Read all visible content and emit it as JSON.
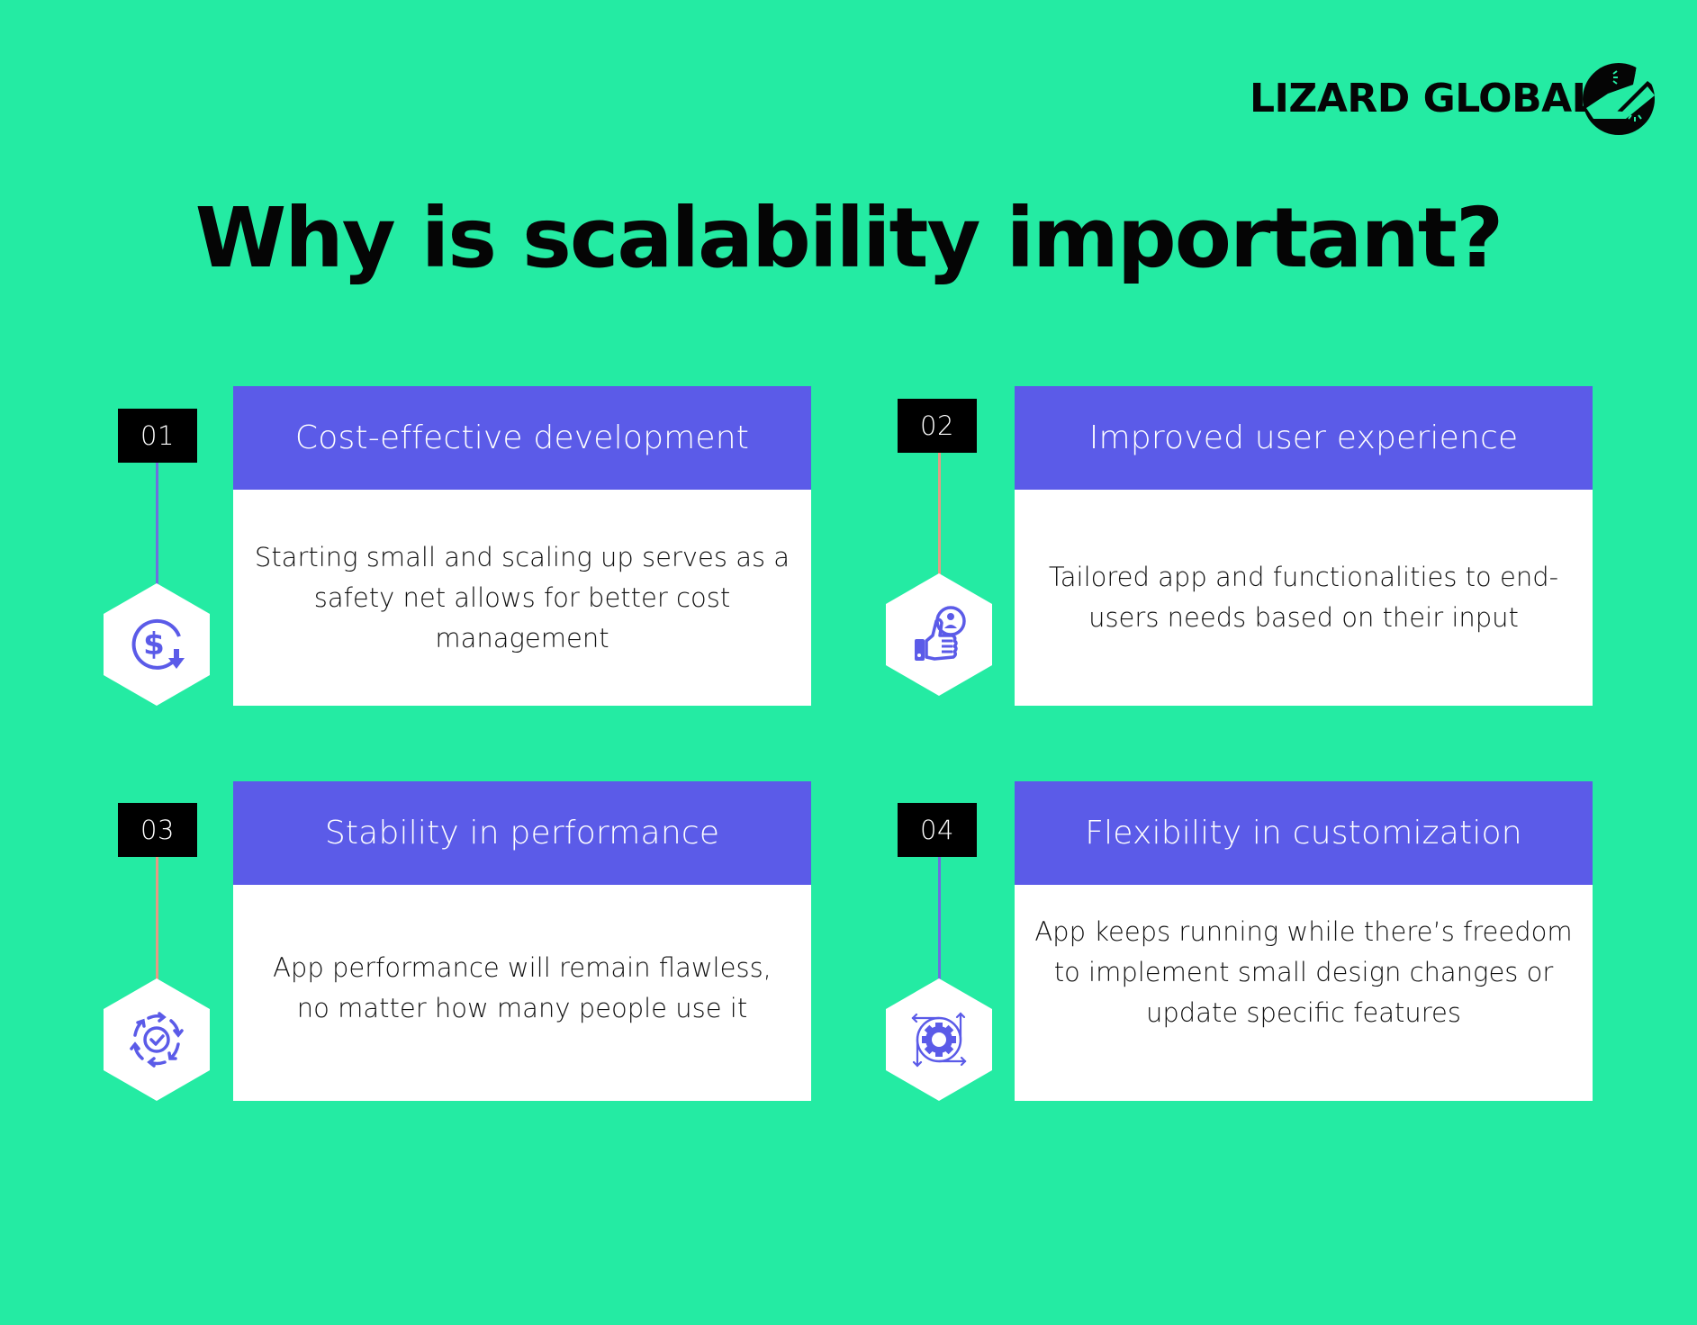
{
  "brand": {
    "name": "LIZARD GLOBAL",
    "logo_icon": "lizard-circle-icon"
  },
  "title": "Why is scalability important?",
  "colors": {
    "background": "#24EBA3",
    "header": "#5B5BE8",
    "icon": "#5B5BE8",
    "badge": "#000000",
    "connector_purple": "#6E6EE0",
    "connector_salmon": "#E59A84"
  },
  "items": [
    {
      "number": "01",
      "heading": "Cost-effective development",
      "body": "Starting small and scaling up serves as a safety net allows for better cost management",
      "icon": "dollar-cycle-down-icon"
    },
    {
      "number": "02",
      "heading": "Improved user experience",
      "body": "Tailored app and functionalities to end-users needs based on their input",
      "icon": "thumbs-up-user-icon"
    },
    {
      "number": "03",
      "heading": "Stability in performance",
      "body": "App performance will remain flawless, no matter how many people use it",
      "icon": "check-cycle-icon"
    },
    {
      "number": "04",
      "heading": "Flexibility in customization",
      "body": "App keeps running while there’s freedom to implement small design changes or update specific features",
      "icon": "gear-arrows-icon"
    }
  ]
}
